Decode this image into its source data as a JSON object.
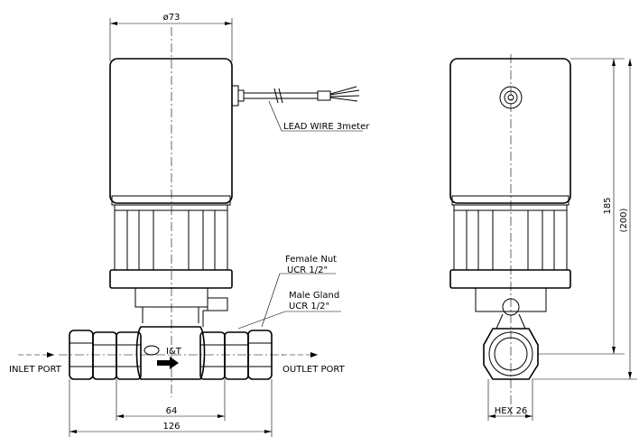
{
  "dimensions": {
    "top_diameter": "ø73",
    "width_outer": "126",
    "width_inner": "64",
    "height_185": "185",
    "height_200": "(200)",
    "hex": "HEX 26"
  },
  "labels": {
    "lead_wire": "LEAD WIRE 3meter",
    "female_nut_line1": "Female Nut",
    "female_nut_line2": "UCR 1/2\"",
    "male_gland_line1": "Male Gland",
    "male_gland_line2": "UCR 1/2\"",
    "inlet_port": "INLET PORT",
    "outlet_port": "OUTLET PORT",
    "logo": "I&T"
  }
}
